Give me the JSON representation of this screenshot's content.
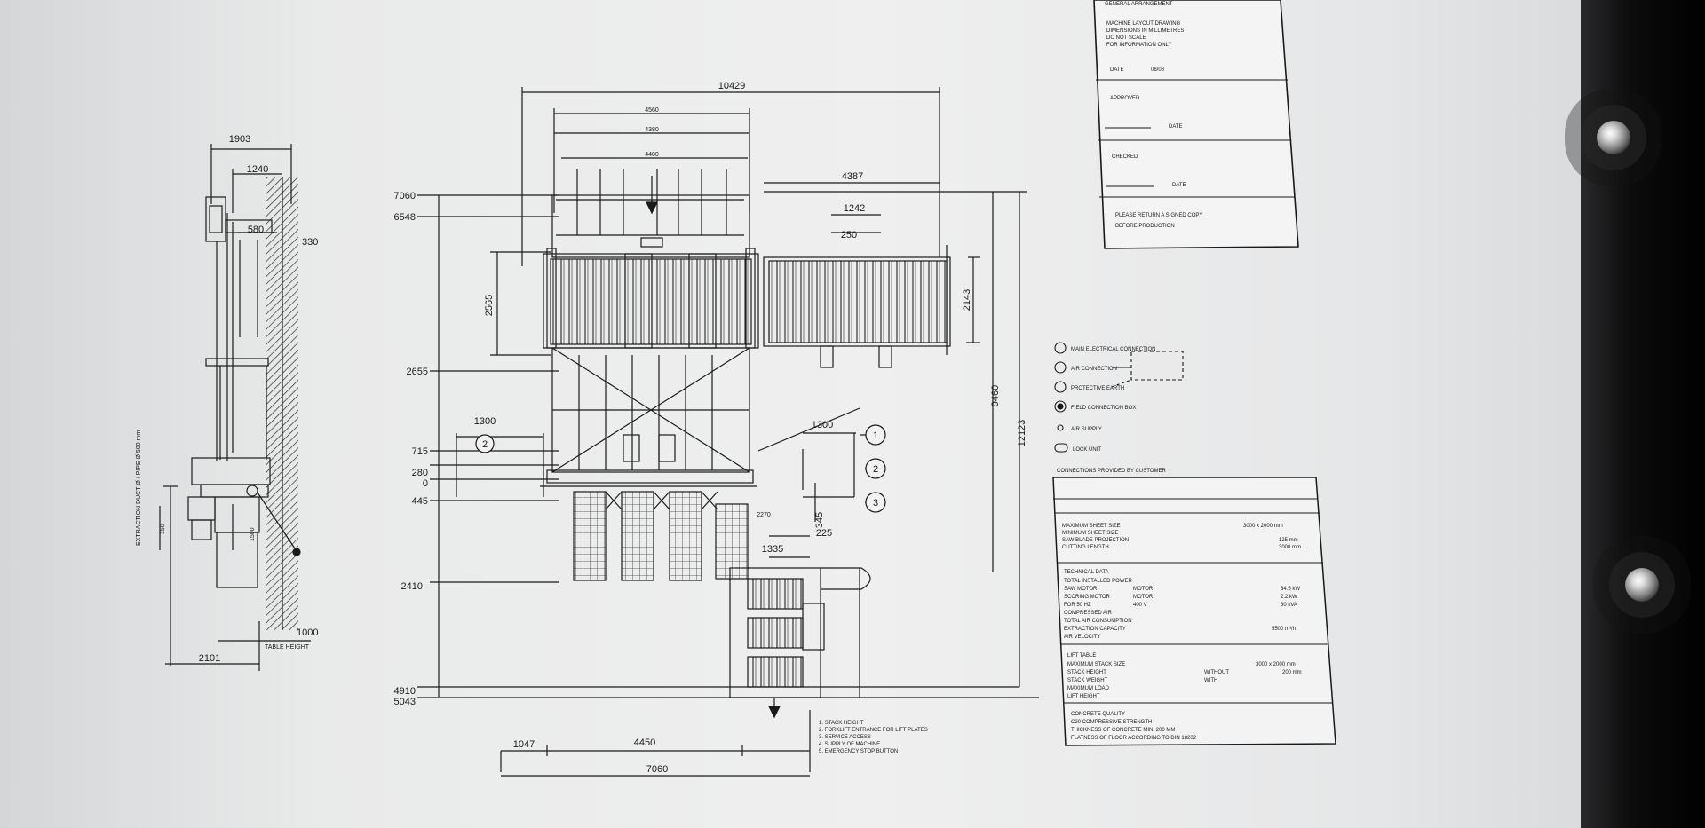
{
  "side_view": {
    "dims": {
      "d1903": "1903",
      "d1240": "1240",
      "d580": "580",
      "d330": "330",
      "d1000": "1000",
      "d2101": "2101",
      "d150": "150",
      "d1500": "1500"
    },
    "table_height": "TABLE HEIGHT",
    "vertical_note": "EXTRACTION DUCT Ø / PIPE Ø 500 mm"
  },
  "plan_view": {
    "top_dims": {
      "d10429": "10429",
      "d4560": "4560",
      "d4380": "4380",
      "d4400": "4400",
      "d4387": "4387",
      "d1242": "1242",
      "d250": "250"
    },
    "left_dims": {
      "d7060": "7060",
      "d6548": "6548",
      "d2655": "2655",
      "d715": "715",
      "d280": "280",
      "d0": "0",
      "d445": "445",
      "d2410": "2410",
      "d4910": "4910",
      "d5043": "5043"
    },
    "inner_dims": {
      "d2565": "2565",
      "d2143": "2143",
      "d1300a": "1300",
      "d1300b": "1300",
      "d345": "345",
      "d225": "225",
      "d1335": "1335",
      "d2270": "2270"
    },
    "right_dims": {
      "d9460": "9460",
      "d12123": "12123"
    },
    "bottom_dims": {
      "d1047": "1047",
      "d4450": "4450",
      "d7060b": "7060"
    },
    "callouts": [
      "1",
      "2",
      "3",
      "2"
    ],
    "bottom_note_lines": [
      "1. STACK HEIGHT",
      "2. FORKLIFT ENTRANCE FOR LIFT PLATES",
      "3. SERVICE ACCESS",
      "4. SUPPLY OF MACHINE",
      "5. EMERGENCY STOP BUTTON"
    ]
  },
  "legend": {
    "items": [
      "MAIN ELECTRICAL CONNECTION",
      "AIR CONNECTION",
      "PROTECTIVE EARTH",
      "FIELD CONNECTION BOX",
      "AIR SUPPLY",
      "LOCK UNIT"
    ],
    "footer": "CONNECTIONS PROVIDED BY CUSTOMER"
  },
  "title_block_top": {
    "heading": "GENERAL ARRANGEMENT",
    "lines": [
      "MACHINE LAYOUT DRAWING",
      "DIMENSIONS IN MILLIMETRES",
      "DO NOT SCALE",
      "FOR INFORMATION ONLY"
    ],
    "row_a": "DATE",
    "row_a_val": "06/08",
    "row_b": "APPROVED",
    "row_b_val": "DATE",
    "row_c": "CHECKED",
    "row_c_val": "DATE",
    "foot_lines": [
      "PLEASE RETURN A SIGNED COPY",
      "BEFORE PRODUCTION"
    ]
  },
  "spec_table": {
    "sec1": [
      {
        "label": "MAXIMUM SHEET SIZE",
        "value": "3000 x 2000 mm"
      },
      {
        "label": "MINIMUM SHEET SIZE",
        "value": ""
      },
      {
        "label": "SAW BLADE PROJECTION",
        "value": "125 mm"
      },
      {
        "label": "CUTTING LENGTH",
        "value": "3000 mm"
      }
    ],
    "sec2_title": "TECHNICAL DATA",
    "sec2": [
      {
        "label": "TOTAL INSTALLED POWER",
        "mid": "",
        "value": ""
      },
      {
        "label": "SAW MOTOR",
        "mid": "MOTOR",
        "value": "34.5 kW"
      },
      {
        "label": "SCORING MOTOR",
        "mid": "MOTOR",
        "value": "2.2 kW"
      },
      {
        "label": "FOR 50 HZ",
        "mid": "400 V",
        "value": "30 kVA"
      },
      {
        "label": "COMPRESSED AIR",
        "mid": "",
        "value": ""
      },
      {
        "label": "TOTAL AIR CONSUMPTION",
        "mid": "",
        "value": ""
      },
      {
        "label": "EXTRACTION CAPACITY",
        "mid": "",
        "value": "5500 m³/h"
      },
      {
        "label": "AIR VELOCITY",
        "mid": "",
        "value": ""
      }
    ],
    "sec3_title": "LIFT TABLE",
    "sec3": [
      {
        "label": "MAXIMUM STACK SIZE",
        "mid": "",
        "value": "3000 x 2000 mm"
      },
      {
        "label": "STACK HEIGHT",
        "mid": "WITHOUT",
        "value": "200 mm"
      },
      {
        "label": "STACK WEIGHT",
        "mid": "WITH",
        "value": ""
      },
      {
        "label": "MAXIMUM LOAD",
        "mid": "",
        "value": ""
      },
      {
        "label": "LIFT HEIGHT",
        "mid": "",
        "value": ""
      }
    ],
    "sec4_lines": [
      "CONCRETE QUALITY",
      "C20 COMPRESSIVE STRENGTH",
      "THICKNESS OF CONCRETE MIN. 200 MM",
      "FLATNESS OF FLOOR ACCORDING TO DIN 18202"
    ]
  },
  "colors": {
    "paper": "#eceded",
    "ink": "#1a1a1a",
    "edge": "#0c0c0d"
  }
}
